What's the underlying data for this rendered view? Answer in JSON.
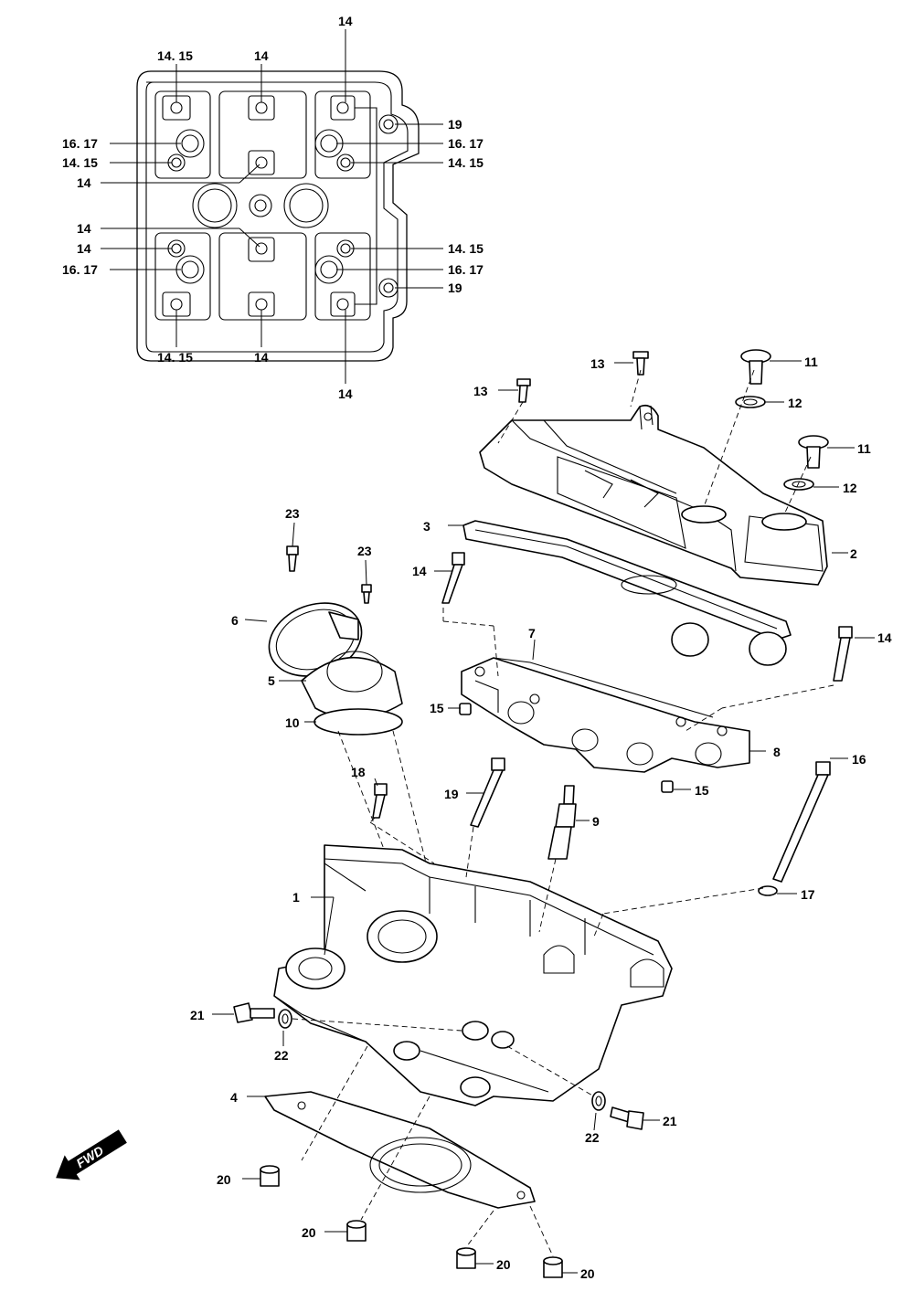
{
  "top_view": {
    "labels": {
      "tl_top": "14. 15",
      "tc_top": "14",
      "tr_top": "14",
      "l_1": "16. 17",
      "l_2": "14. 15",
      "l_3": "14",
      "l_4": "14",
      "l_5": "14",
      "l_6": "16. 17",
      "bl_bottom": "14. 15",
      "bc_bottom": "14",
      "br_bottom": "14",
      "r_1": "19",
      "r_2": "16. 17",
      "r_3": "14. 15",
      "r_4": "14. 15",
      "r_5": "16. 17",
      "r_6": "19"
    }
  },
  "callouts": {
    "c1": "1",
    "c2": "2",
    "c3": "3",
    "c4": "4",
    "c5": "5",
    "c6": "6",
    "c7": "7",
    "c8": "8",
    "c9": "9",
    "c10": "10",
    "c11a": "11",
    "c11b": "11",
    "c12a": "12",
    "c12b": "12",
    "c13a": "13",
    "c13b": "13",
    "c14a": "14",
    "c14b": "14",
    "c15a": "15",
    "c15b": "15",
    "c16": "16",
    "c17": "17",
    "c18": "18",
    "c19": "19",
    "c20a": "20",
    "c20b": "20",
    "c20c": "20",
    "c20d": "20",
    "c21a": "21",
    "c21b": "21",
    "c22a": "22",
    "c22b": "22",
    "c23a": "23",
    "c23b": "23"
  },
  "fwd_label": "FWD",
  "icons": {
    "fwd": "fwd-arrow-icon"
  }
}
